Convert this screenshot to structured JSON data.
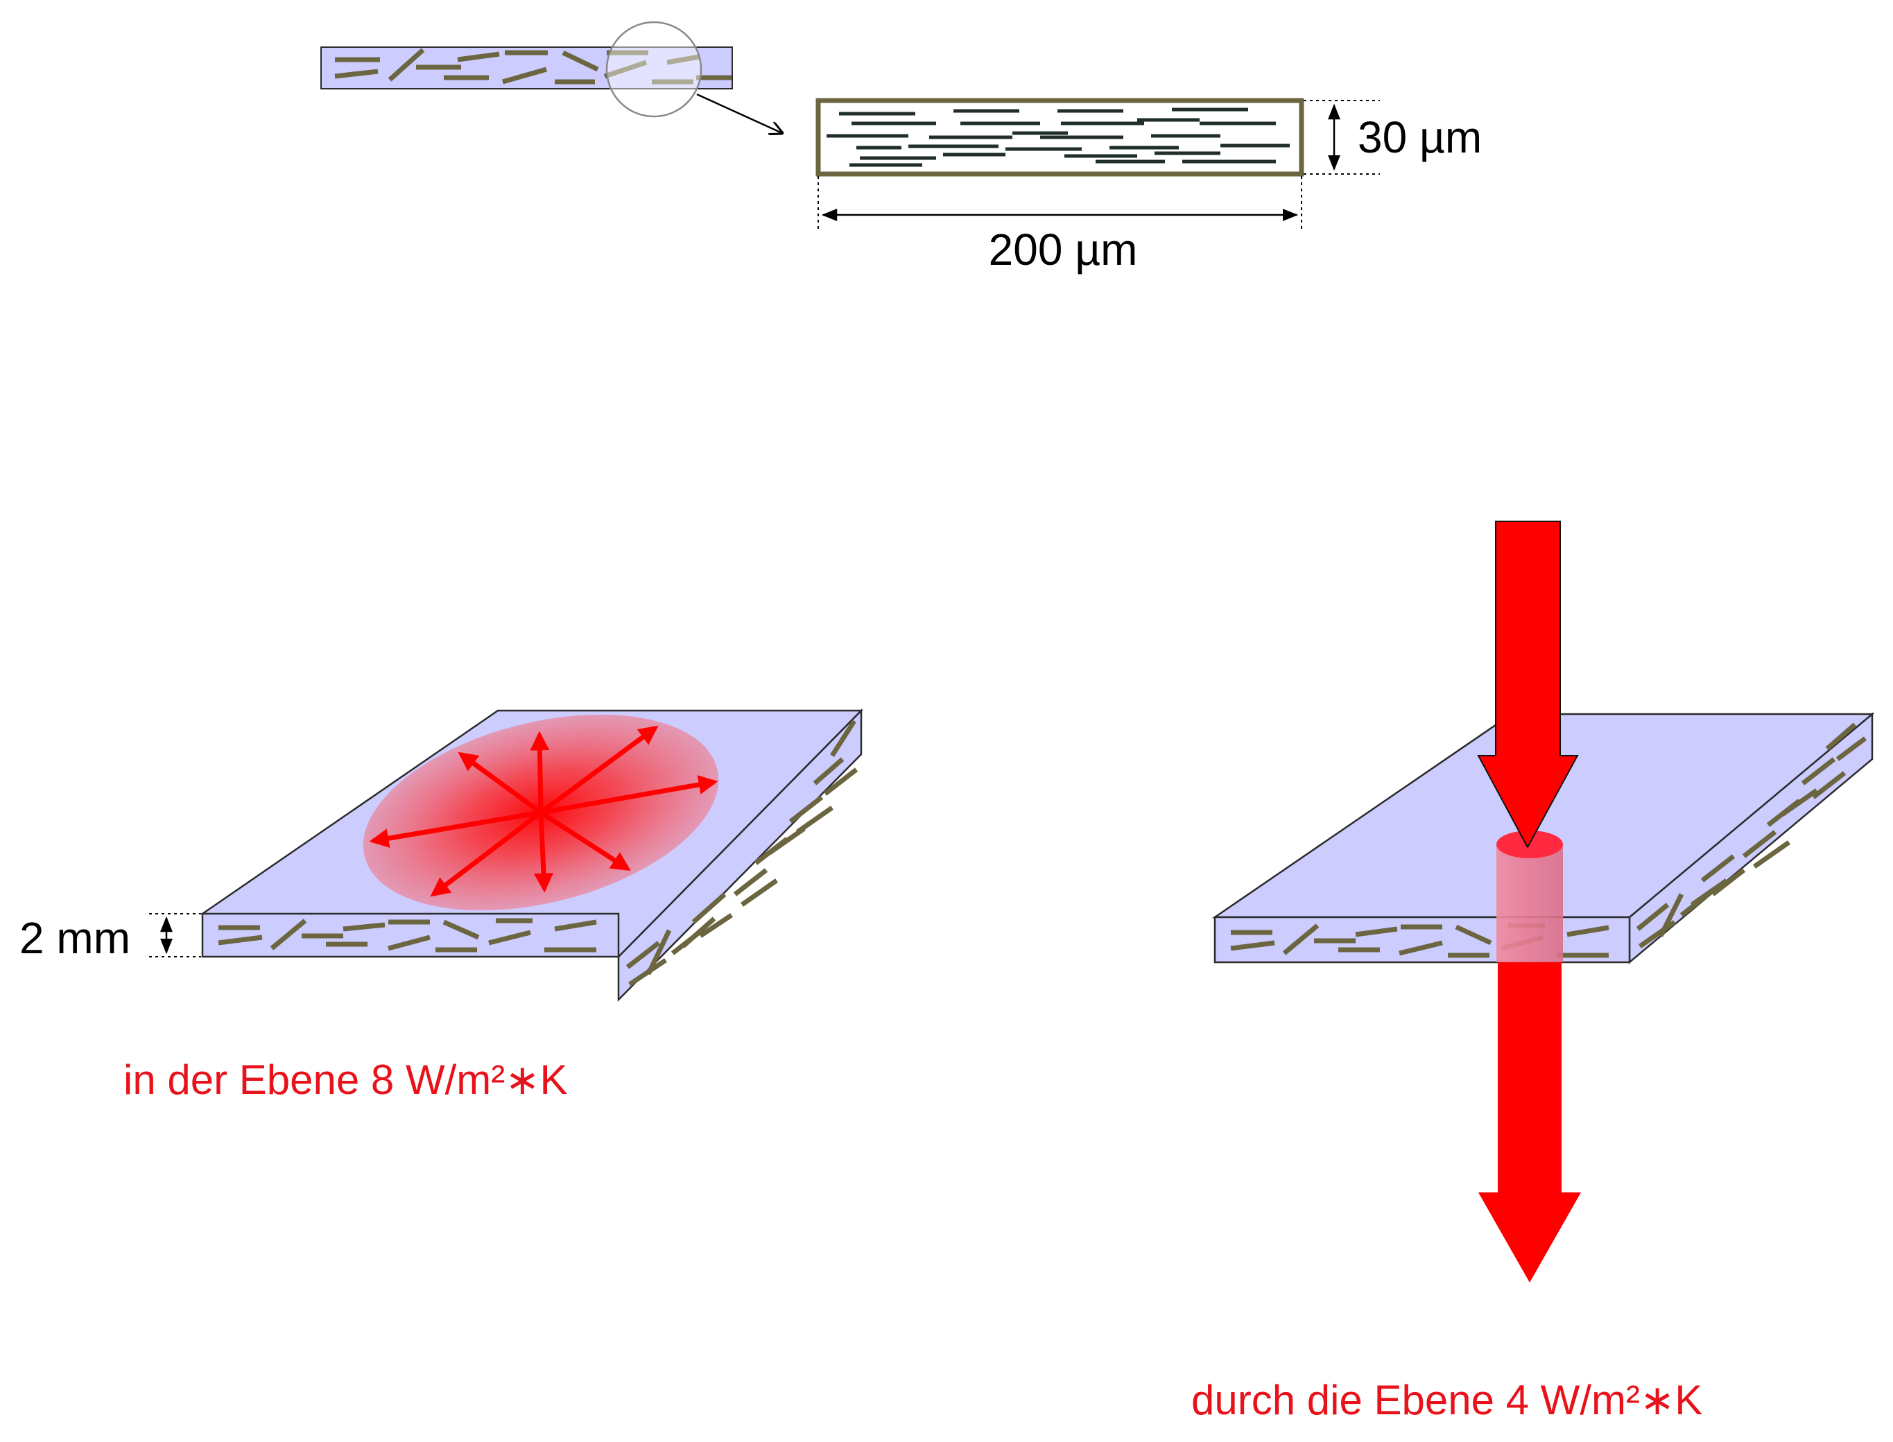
{
  "labels": {
    "thickness_film": "30 µm",
    "width_film": "200 µm",
    "thickness_plate": "2 mm",
    "in_plane": "in der Ebene  8 W/m²∗K",
    "through_plane": "durch die Ebene  4 W/m²∗K"
  },
  "colors": {
    "plate_face": "#ccccff",
    "plate_edge": "#2b2b2b",
    "flake": "#6b6640",
    "film_border": "#6b6640",
    "film_line": "#1f2d2b",
    "heat": "#ff0000",
    "label_red": "#e8121b",
    "text": "#000000"
  }
}
